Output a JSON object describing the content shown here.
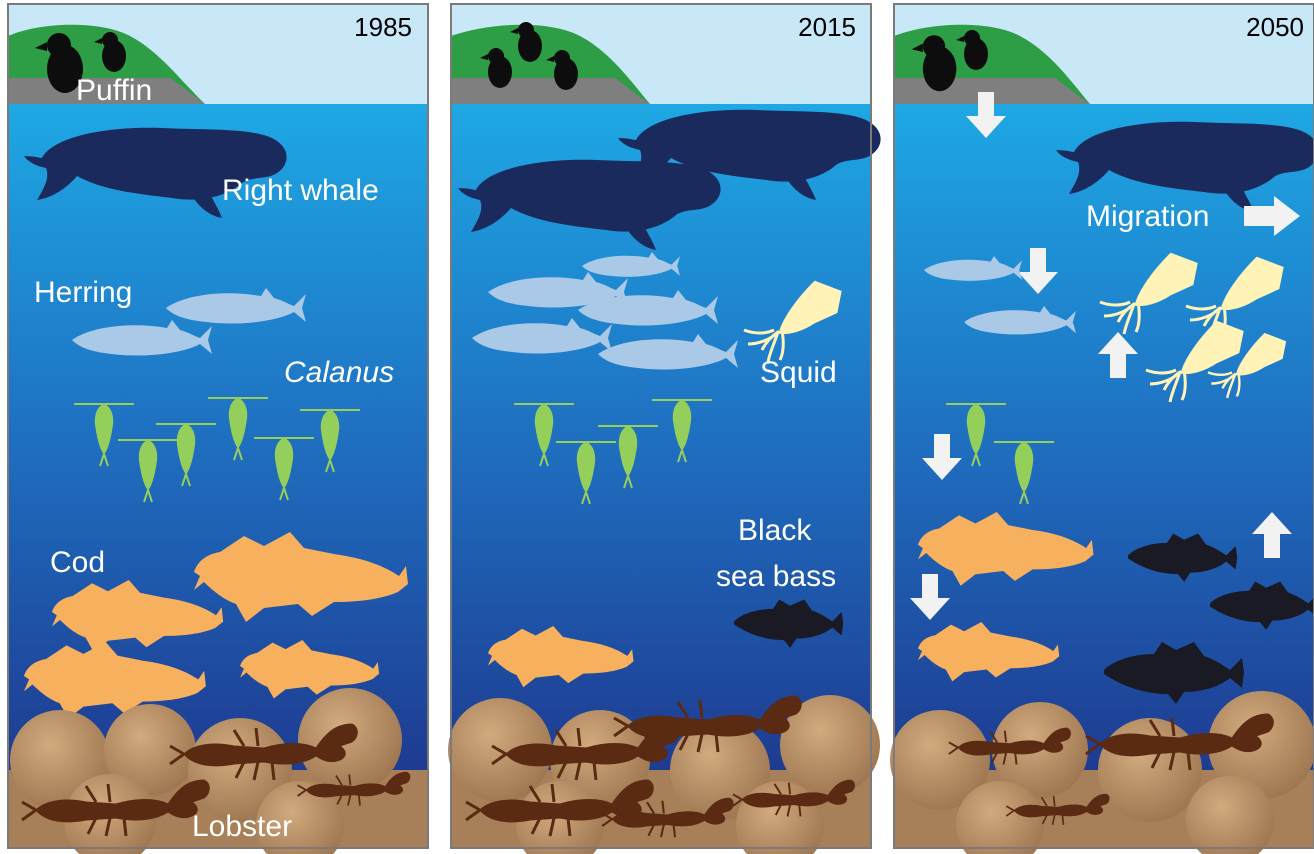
{
  "panels": [
    {
      "year": "1985"
    },
    {
      "year": "2015"
    },
    {
      "year": "2050"
    }
  ],
  "labels": {
    "puffin": "Puffin",
    "right_whale": "Right whale",
    "herring": "Herring",
    "calanus": "Calanus",
    "cod": "Cod",
    "lobster": "Lobster",
    "squid": "Squid",
    "black_sea_bass_line1": "Black",
    "black_sea_bass_line2": "sea bass",
    "migration": "Migration"
  },
  "colors": {
    "sky": "#c9e8f7",
    "land": "#2e9e46",
    "rock": "#7f7f7f",
    "water_top": "#1ea8e4",
    "water_bottom": "#1d2f86",
    "puffin": "#0d0d0d",
    "whale": "#1b2a5c",
    "herring": "#a9c9e6",
    "calanus": "#95cf5b",
    "cod": "#f6b05e",
    "squid": "#fff3b8",
    "sea_bass": "#1a1a24",
    "lobster": "#5a2a12",
    "seabed": "#b58b62",
    "arrow": "#f2f2f2"
  }
}
